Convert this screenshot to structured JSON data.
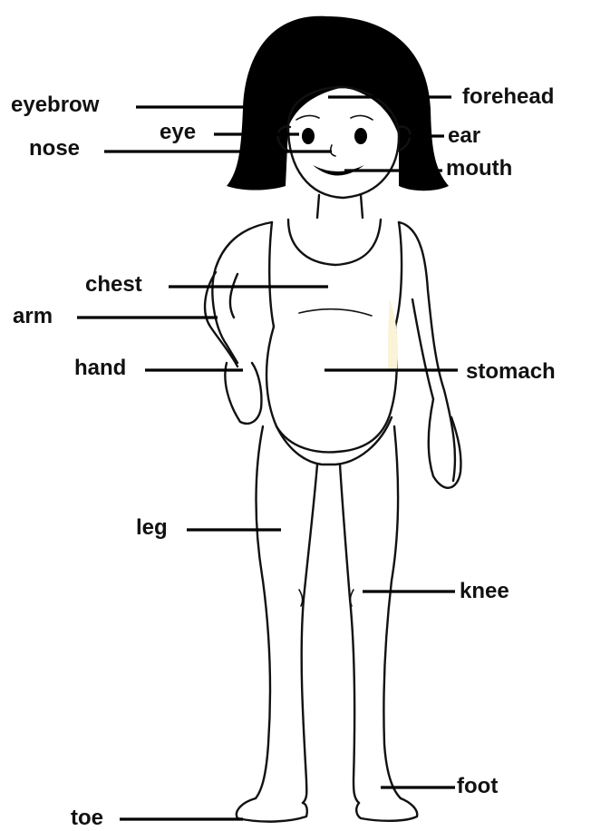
{
  "diagram": {
    "labels": {
      "eyebrow": "eyebrow",
      "forehead": "forehead",
      "eye": "eye",
      "ear": "ear",
      "nose": "nose",
      "mouth": "mouth",
      "chest": "chest",
      "arm": "arm",
      "hand": "hand",
      "stomach": "stomach",
      "leg": "leg",
      "knee": "knee",
      "foot": "foot",
      "toe": "toe"
    }
  },
  "colors": {
    "ink": "#111111",
    "background": "#ffffff",
    "skin_shadow": "#fbf3d6"
  }
}
